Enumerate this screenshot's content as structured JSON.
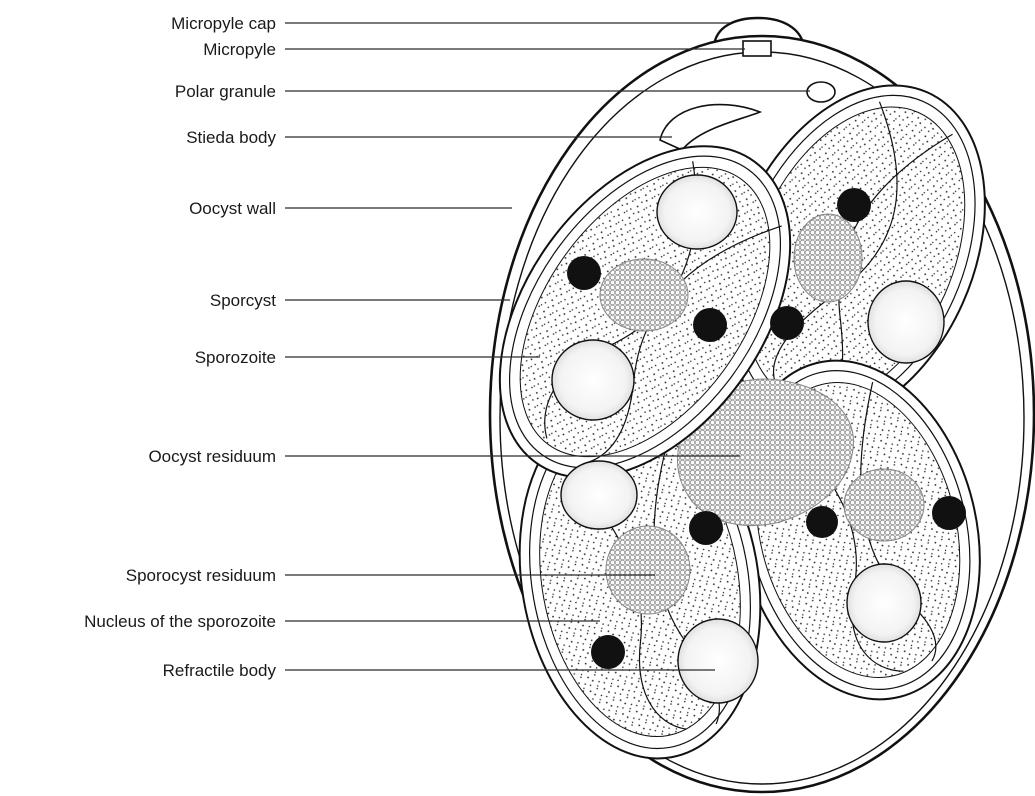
{
  "labels": [
    {
      "id": "micropyle-cap",
      "text": "Micropyle cap"
    },
    {
      "id": "micropyle",
      "text": "Micropyle"
    },
    {
      "id": "polar-granule",
      "text": "Polar granule"
    },
    {
      "id": "stieda-body",
      "text": "Stieda body"
    },
    {
      "id": "oocyst-wall",
      "text": "Oocyst wall"
    },
    {
      "id": "sporocyst",
      "text": "Sporcyst"
    },
    {
      "id": "sporozoite",
      "text": "Sporozoite"
    },
    {
      "id": "oocyst-residuum",
      "text": "Oocyst residuum"
    },
    {
      "id": "sporocyst-residuum",
      "text": "Sporocyst residuum"
    },
    {
      "id": "sporozoite-nucleus",
      "text": "Nucleus of the sporozoite"
    },
    {
      "id": "refractile-body",
      "text": "Refractile body"
    }
  ]
}
